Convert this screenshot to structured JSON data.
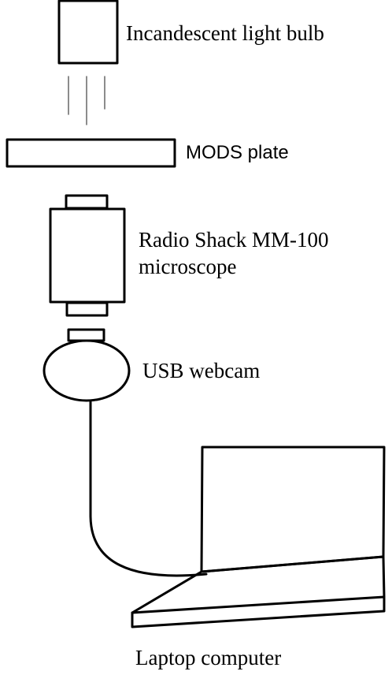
{
  "labels": {
    "bulb": "Incandescent light bulb",
    "plate": "MODS plate",
    "microscope_line1": "Radio Shack MM-100",
    "microscope_line2": "microscope",
    "webcam": "USB webcam",
    "laptop": "Laptop computer"
  },
  "colors": {
    "stroke": "#000000",
    "background": "#ffffff",
    "light_rays": "#666666"
  }
}
